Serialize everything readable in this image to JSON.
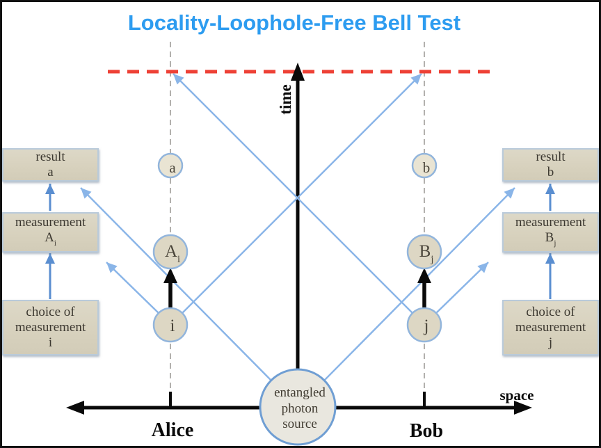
{
  "title": "Locality-Loophole-Free Bell Test",
  "axes": {
    "time": "time",
    "space": "space"
  },
  "worldlines": {
    "alice": "Alice",
    "bob": "Bob"
  },
  "source": {
    "line1": "entangled",
    "line2": "photon",
    "line3": "source"
  },
  "events": {
    "result_a": "a",
    "result_b": "b",
    "meas_a_main": "A",
    "meas_a_sub": "i",
    "meas_b_main": "B",
    "meas_b_sub": "j",
    "choice_i": "i",
    "choice_j": "j"
  },
  "alice_boxes": {
    "result": {
      "l1": "result",
      "l2": "a"
    },
    "measurement": {
      "l1": "measurement",
      "l2main": "A",
      "l2sub": "i"
    },
    "choice": {
      "l1": "choice of",
      "l2": "measurement",
      "l3": "i"
    }
  },
  "bob_boxes": {
    "result": {
      "l1": "result",
      "l2": "b"
    },
    "measurement": {
      "l1": "measurement",
      "l2main": "B",
      "l2sub": "j"
    },
    "choice": {
      "l1": "choice of",
      "l2": "measurement",
      "l3": "j"
    }
  },
  "colors": {
    "title_blue": "#2d9cf0",
    "simultaneity_red": "#ee4136",
    "light_signal_blue": "#8ab5e8",
    "flow_arrow_blue": "#5a8ed0",
    "box_fill_tan": "#d9d3c0",
    "box_border_blue": "#b9cada",
    "circle_border_blue": "#92b5dc",
    "axis_black": "#0a0a0a"
  }
}
